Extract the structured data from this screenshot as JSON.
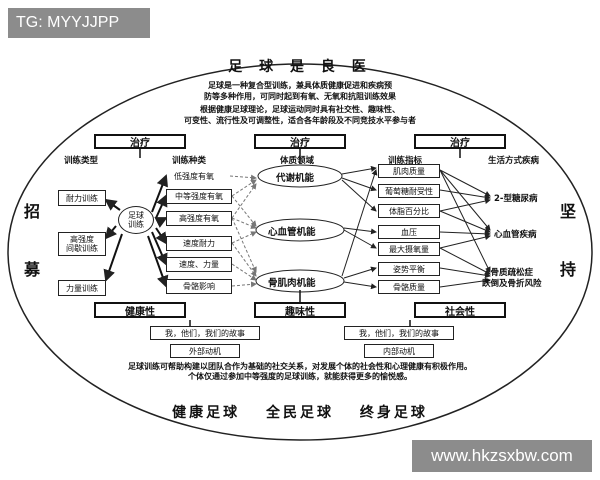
{
  "tag": "TG: MYYJJPP",
  "watermark": "www.hkzsxbw.com",
  "title": "足 球 是 良 医",
  "intro": {
    "line1": "足球是一种复合型训练，兼具体质健康促进和疾病预",
    "line2": "防等多种作用，可同时起到有氧、无氧和抗阻训练效果",
    "line3": "根据健康足球理论，足球运动同时具有社交性、趣味性、",
    "line4": "可变性、流行性及可调整性，适合各年龄段及不同竞技水平参与者"
  },
  "side": {
    "left_top": "招",
    "left_bottom": "募",
    "right_top": "坚",
    "right_bottom": "持"
  },
  "bars": {
    "treat1": "治疗",
    "treat2": "治疗",
    "treat3": "治疗",
    "health": "健康性",
    "fun": "趣味性",
    "social": "社会性"
  },
  "headers": {
    "train_type": "训练类型",
    "train_kind": "训练种类",
    "fitness": "体质领域",
    "indicator": "训练指标",
    "disease": "生活方式疾病"
  },
  "train_types": [
    "耐力训练",
    "高强度\n间歇训练",
    "力量训练"
  ],
  "center": "足球\n训练",
  "train_kinds": [
    "低强度有氧",
    "中等强度有氧",
    "高强度有氧",
    "速度耐力",
    "速度、力量",
    "骨骼影响"
  ],
  "fitness": [
    "代谢机能",
    "心血管机能",
    "骨肌肉机能"
  ],
  "indicators": [
    "肌肉质量",
    "葡萄糖耐受性",
    "体脂百分比",
    "血压",
    "最大摄氧量",
    "姿势平衡",
    "骨骼质量"
  ],
  "diseases": [
    "2-型糖尿病",
    "心血管疾病",
    "骨质疏松症\n跌倒及骨折风险"
  ],
  "story_left": "我，他们，我们的故事",
  "story_right": "我，他们，我们的故事",
  "motive_left": "外部动机",
  "motive_right": "内部动机",
  "footer": {
    "line1": "足球训练可帮助构建以团队合作为基础的社交关系，对发展个体的社会性和心理健康有积极作用。",
    "line2": "个体仅通过参加中等强度的足球训练，就能获得更多的愉悦感。"
  },
  "slogans": [
    "健康足球",
    "全民足球",
    "终身足球"
  ]
}
